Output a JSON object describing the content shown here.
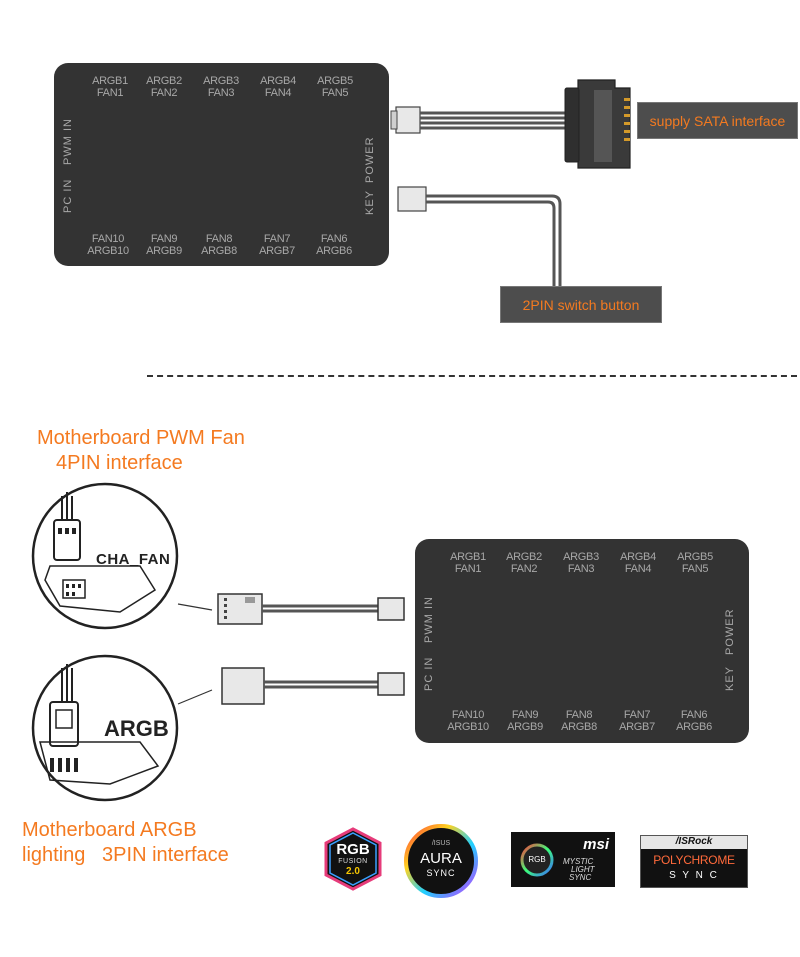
{
  "top_hub": {
    "top_ports": [
      [
        "ARGB1",
        "FAN1"
      ],
      [
        "ARGB2",
        "FAN2"
      ],
      [
        "ARGB3",
        "FAN3"
      ],
      [
        "ARGB4",
        "FAN4"
      ],
      [
        "ARGB5",
        "FAN5"
      ]
    ],
    "bottom_ports": [
      [
        "FAN10",
        "ARGB10"
      ],
      [
        "FAN9",
        "ARGB9"
      ],
      [
        "FAN8",
        "ARGB8"
      ],
      [
        "FAN7",
        "ARGB7"
      ],
      [
        "FAN6",
        "ARGB6"
      ]
    ],
    "left_labels": [
      "PWM IN",
      "PC IN"
    ],
    "right_labels": [
      "POWER",
      "KEY"
    ]
  },
  "bottom_hub": {
    "top_ports": [
      [
        "ARGB1",
        "FAN1"
      ],
      [
        "ARGB2",
        "FAN2"
      ],
      [
        "ARGB3",
        "FAN3"
      ],
      [
        "ARGB4",
        "FAN4"
      ],
      [
        "ARGB5",
        "FAN5"
      ]
    ],
    "bottom_ports": [
      [
        "FAN10",
        "ARGB10"
      ],
      [
        "FAN9",
        "ARGB9"
      ],
      [
        "FAN8",
        "ARGB8"
      ],
      [
        "FAN7",
        "ARGB7"
      ],
      [
        "FAN6",
        "ARGB6"
      ]
    ],
    "left_labels": [
      "PWM IN",
      "PC IN"
    ],
    "right_labels": [
      "POWER",
      "KEY"
    ]
  },
  "callouts": {
    "sata": "supply SATA interface",
    "switch": "2PIN switch button"
  },
  "captions": {
    "pwm_line1": "Motherboard PWM Fan",
    "pwm_line2": "4PIN interface",
    "argb_line1": "Motherboard ARGB",
    "argb_line2": "lighting   3PIN interface"
  },
  "zoom_labels": {
    "cha_fan": "CHA_FAN",
    "argb": "ARGB"
  },
  "logos": {
    "rgb_fusion": [
      "RGB",
      "FUSION",
      "2.0"
    ],
    "aura": [
      "/ISUS",
      "AURA",
      "SYNC"
    ],
    "msi": [
      "msi",
      "RGB",
      "MYSTIC",
      "LIGHT",
      "SYNC"
    ],
    "asrock": [
      "/ISRock",
      "POLYCHROME",
      "S Y N C"
    ]
  },
  "colors": {
    "accent": "#f47a20",
    "hub": "#333333"
  }
}
